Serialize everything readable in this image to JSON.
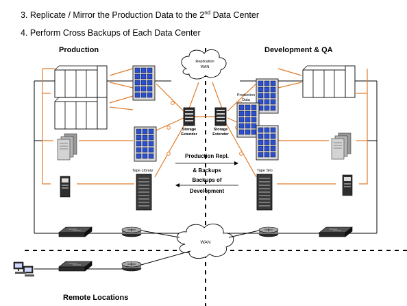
{
  "header": {
    "item3_prefix": "3.  Replicate / Mirror the Production Data to the 2",
    "item3_sup": "nd",
    "item3_suffix": " Data Center",
    "item4": "4.  Perform Cross Backups of Each Data Center"
  },
  "sections": {
    "production": "Production",
    "devqa": "Development & QA",
    "remote": "Remote Locations"
  },
  "clouds": {
    "replication_line1": "Replication",
    "replication_line2": "WAN",
    "wan": "WAN"
  },
  "labels": {
    "production_data_line1": "Production",
    "production_data_line2": "Data",
    "storage_extender_line1": "Storage",
    "storage_extender_line2": "Extender",
    "tape_library": "Tape Library",
    "tape_silo": "Tape Silo",
    "prod_repl": "Production Repl.",
    "and_backups": "& Backups",
    "backups_of": "Backups of",
    "development": "Development"
  },
  "colors": {
    "link": "#e07b2a",
    "disk": "#2a4fd0",
    "outline": "#000000"
  },
  "icons": {
    "mainframe": "mainframe-icon",
    "disk_array": "disk-array-icon",
    "server_cluster": "server-cluster-icon",
    "tower_server": "tower-server-icon",
    "tape": "tape-library-icon",
    "storage_extender": "storage-extender-icon",
    "switch": "network-switch-icon",
    "router": "router-icon",
    "workstations": "workstations-icon",
    "cloud": "cloud-icon"
  }
}
